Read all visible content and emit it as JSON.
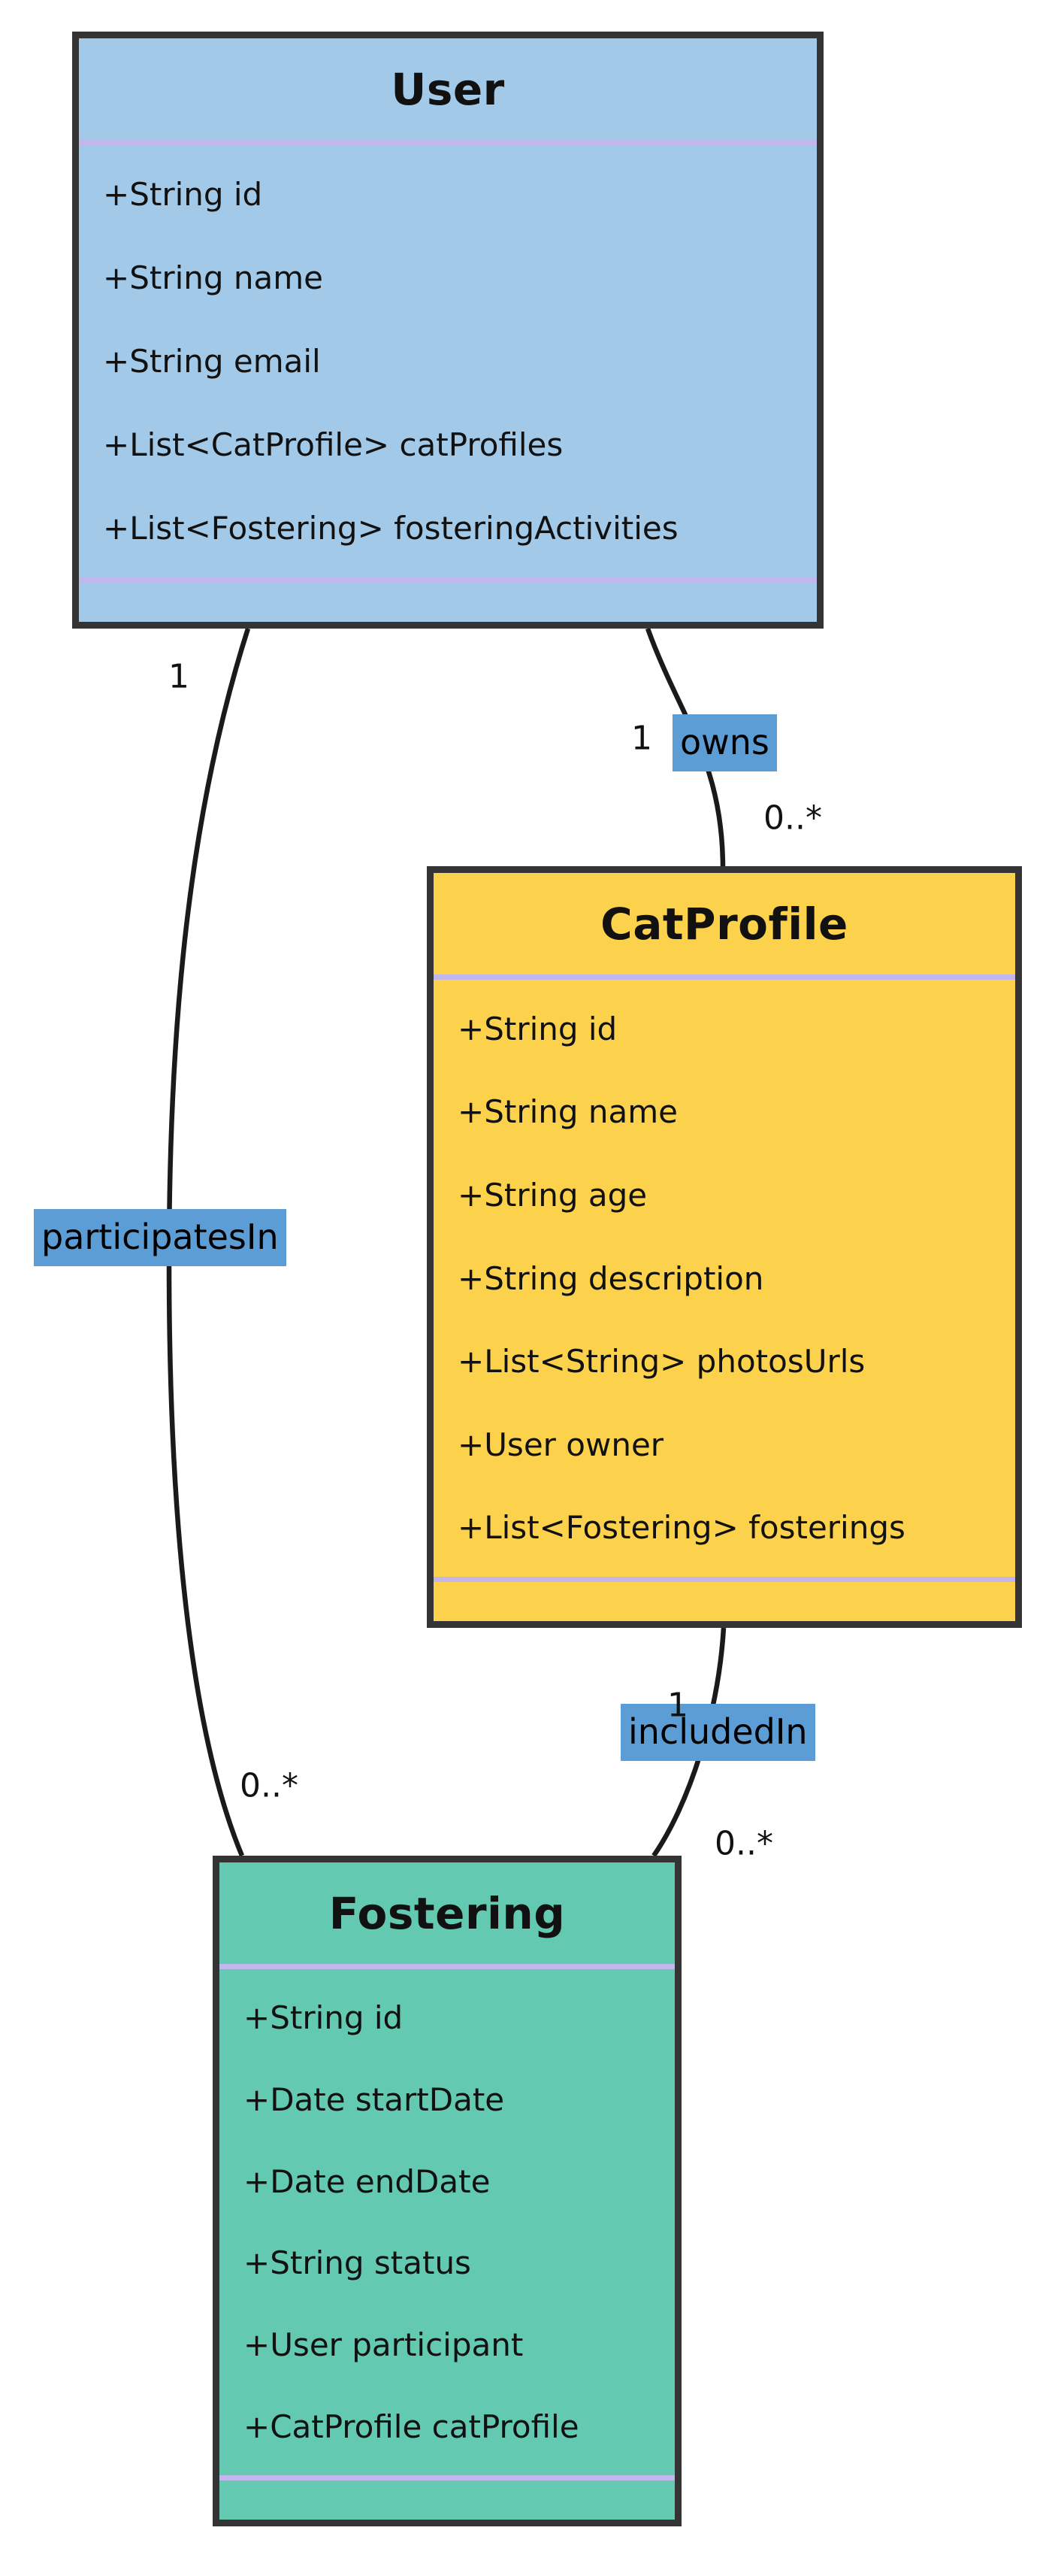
{
  "diagram": {
    "type": "uml-class-diagram",
    "background": "#ffffff",
    "classes": [
      {
        "name": "User",
        "fill": "#a3c9e8",
        "attributes": [
          "+String id",
          "+String name",
          "+String email",
          "+List<CatProfile> catProfiles",
          "+List<Fostering> fosteringActivities"
        ],
        "methods": []
      },
      {
        "name": "CatProfile",
        "fill": "#fcd24c",
        "attributes": [
          "+String id",
          "+String name",
          "+String age",
          "+String description",
          "+List<String> photosUrls",
          "+User owner",
          "+List<Fostering> fosterings"
        ],
        "methods": []
      },
      {
        "name": "Fostering",
        "fill": "#63c9b0",
        "attributes": [
          "+String id",
          "+Date startDate",
          "+Date endDate",
          "+String status",
          "+User participant",
          "+CatProfile catProfile"
        ],
        "methods": []
      }
    ],
    "relationships": [
      {
        "from": "User",
        "to": "CatProfile",
        "label": "owns",
        "from_multiplicity": "1",
        "to_multiplicity": "0..*"
      },
      {
        "from": "User",
        "to": "Fostering",
        "label": "participatesIn",
        "from_multiplicity": "1",
        "to_multiplicity": "0..*"
      },
      {
        "from": "CatProfile",
        "to": "Fostering",
        "label": "includedIn",
        "from_multiplicity": "1",
        "to_multiplicity": "0..*"
      }
    ],
    "colors": {
      "class_border": "#343434",
      "compartment_divider": "#c2b7ed",
      "edge_line": "#1a1a1a",
      "relationship_label_bg": "#5d9dd5",
      "user_fill": "#a3c9e8",
      "catprofile_fill": "#fcd24c",
      "fostering_fill": "#63c9b0"
    }
  }
}
